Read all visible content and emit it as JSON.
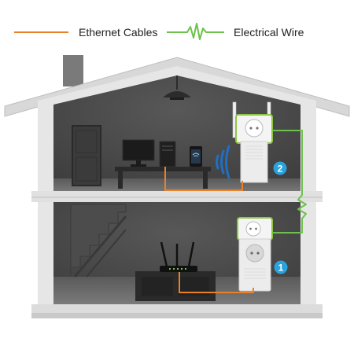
{
  "legend": {
    "ethernet_label": "Ethernet Cables",
    "electrical_label": "Electrical Wire"
  },
  "badges": {
    "upstairs": "2",
    "downstairs": "1"
  },
  "colors": {
    "ethernet": "#e8812a",
    "electrical": "#6cc24a",
    "badge": "#2aa3dd",
    "wifi": "#1f6fc4",
    "wall": "#e4e4e4",
    "room": "#4a4a4a"
  }
}
